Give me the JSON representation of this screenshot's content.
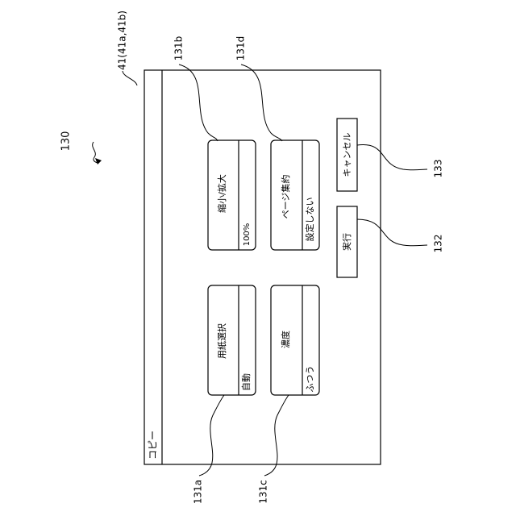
{
  "figure": {
    "number": "130",
    "screen_ref": "41(41a,41b)"
  },
  "screen": {
    "title": "コピー",
    "settings": [
      {
        "ref": "131a",
        "label": "用紙選択",
        "value": "自動"
      },
      {
        "ref": "131b",
        "label": "縮小/拡大",
        "value": "100%"
      },
      {
        "ref": "131c",
        "label": "濃度",
        "value": "ふつう"
      },
      {
        "ref": "131d",
        "label": "ページ集約",
        "value": "設定しない"
      }
    ],
    "execute": {
      "ref": "132",
      "label": "実行"
    },
    "cancel": {
      "ref": "133",
      "label": "キャンセル"
    }
  }
}
